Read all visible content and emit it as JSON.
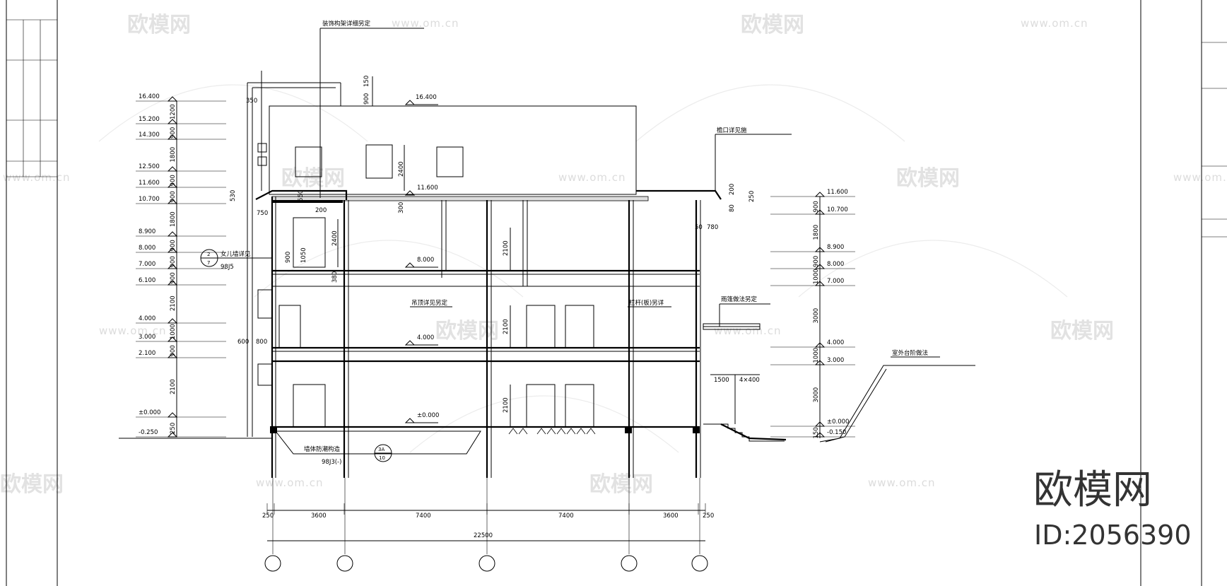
{
  "watermark": {
    "brand": "欧模网",
    "url": "www.om.cn",
    "url_alt": "www.om.cn"
  },
  "stamp": {
    "brand": "欧模网",
    "id": "ID:2056390"
  },
  "notes": {
    "top_center": "装饰构架详细另定",
    "eave": "檐口详见施",
    "balcony_left": "女儿墙详见",
    "balcony_ref": "98J5",
    "ceiling": "吊顶详见另定",
    "handrail": "栏杆(板)另详",
    "canopy": "雨篷做法另定",
    "ground_right": "室外台阶做法",
    "foundation": "墙体防潮构造",
    "foundation_ref": "98J3(-)",
    "detail_circle_left_top": "2",
    "detail_circle_left_bot": "7",
    "detail_circle_bottom_top": "3A",
    "detail_circle_bottom_bot": "10"
  },
  "left_elevations": [
    "16.400",
    "15.200",
    "14.300",
    "12.500",
    "11.600",
    "10.700",
    "8.900",
    "8.000",
    "7.000",
    "6.100",
    "4.000",
    "3.000",
    "2.100",
    "±0.000",
    "-0.250"
  ],
  "left_dims": [
    "1200",
    "900",
    "1800",
    "900",
    "900",
    "1800",
    "900",
    "900",
    "900",
    "2100",
    "1000",
    "900",
    "2100",
    "250"
  ],
  "right_elevations": [
    "11.600",
    "10.700",
    "8.900",
    "8.000",
    "7.000",
    "4.000",
    "3.000",
    "±0.000",
    "-0.150"
  ],
  "right_dims": [
    "900",
    "1800",
    "900",
    "1000",
    "3000",
    "1000",
    "3000",
    "150"
  ],
  "section_labels": {
    "roof_top": "16.400",
    "roof_main": "11.600",
    "floor3": "8.000",
    "floor2": "4.000",
    "floor1": "±0.000"
  },
  "section_dims": {
    "parapet_w": "350",
    "parapet_top": "150",
    "parapet_h": "900",
    "window_h1": "2400",
    "window_h2": "2400",
    "slab1": "300",
    "slab2": "380",
    "d550": "550",
    "d530": "530",
    "d750": "750",
    "d200": "200",
    "d900": "900",
    "d1050": "1050",
    "d2100a": "2100",
    "d2100b": "2100",
    "d2100c": "2100",
    "d600": "600",
    "d800": "800",
    "d200r": "200",
    "d250r": "250",
    "d80": "80",
    "d780": "780",
    "d50": "50",
    "stair_run": "1500",
    "stair_steps": "4×400"
  },
  "bottom_dims": [
    "250",
    "3600",
    "7400",
    "7400",
    "3600",
    "250"
  ],
  "bottom_total": "22500"
}
